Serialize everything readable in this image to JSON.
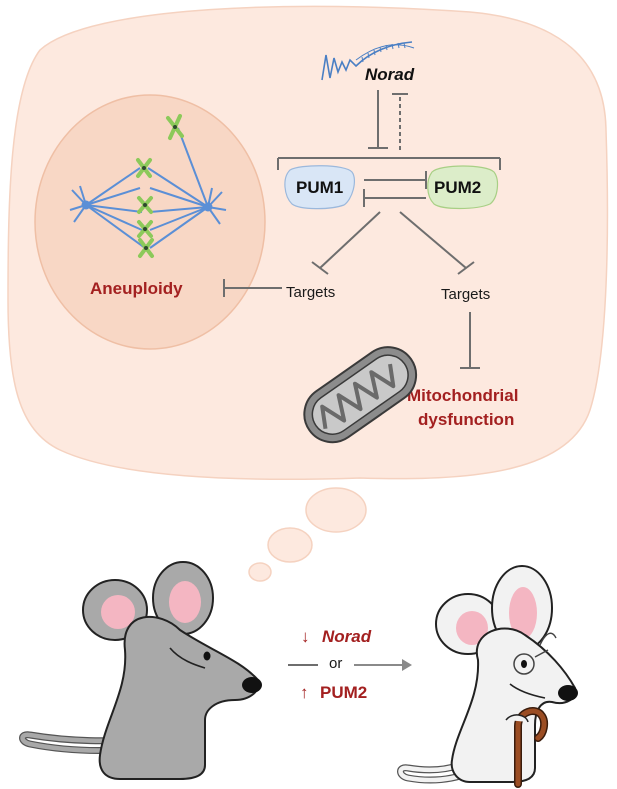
{
  "labels": {
    "norad": "Norad",
    "pum1": "PUM1",
    "pum2": "PUM2",
    "targets_left": "Targets",
    "targets_right": "Targets",
    "aneuploidy": "Aneuploidy",
    "mito_line1": "Mitochondrial",
    "mito_line2": "dysfunction",
    "arrow_norad_symbol": "↓",
    "arrow_norad_word": "Norad",
    "or": "or",
    "arrow_pum2_symbol": "↑",
    "arrow_pum2_word": "PUM2"
  },
  "colors": {
    "bubble_fill": "#fde9df",
    "nucleus_fill": "#f8d7c5",
    "pum1_fill": "#d9e6f6",
    "pum2_fill": "#dcedc9",
    "spindle": "#5b8fd6",
    "chromosome": "#8cc95a",
    "accent_red": "#a32020",
    "mouse_young": "#a9a9a9",
    "mouse_old": "#f2f2f2",
    "ear_pink": "#f4b6c2",
    "cane": "#9b4d23"
  },
  "icons": [
    "rna-strand-icon",
    "mitochondrion-icon",
    "spindle-icon",
    "young-mouse-icon",
    "old-mouse-icon",
    "cane-icon"
  ]
}
